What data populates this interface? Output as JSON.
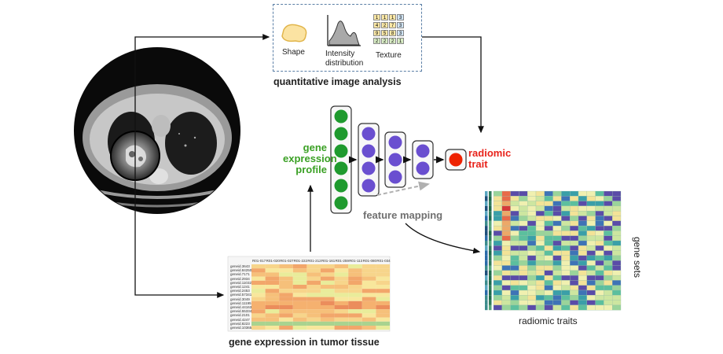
{
  "image_analysis": {
    "title": "quantitative image analysis",
    "shape_label": "Shape",
    "intensity_label_line1": "Intensity",
    "intensity_label_line2": "distribution",
    "texture_label": "Texture",
    "texture_grid": [
      [
        "1",
        "1",
        "1",
        "3"
      ],
      [
        "4",
        "2",
        "7",
        "3"
      ],
      [
        "9",
        "5",
        "8",
        "3"
      ],
      [
        "2",
        "2",
        "2",
        "1"
      ]
    ]
  },
  "network": {
    "input_label_line1": "gene",
    "input_label_line2": "expression",
    "input_label_line3": "profile",
    "output_label_line1": "radiomic",
    "output_label_line2": "trait",
    "mapping_label": "feature mapping",
    "layers": [
      6,
      4,
      3,
      2,
      1
    ]
  },
  "gene_table": {
    "title": "gene expression in tumor tissue",
    "columns": [
      "R01-017",
      "R01-020",
      "R01-027",
      "R01-222",
      "R01-212",
      "R01-161",
      "R01-259",
      "R01-113",
      "R01-080",
      "R01-034"
    ],
    "rows": [
      "geneid.3643",
      "geneid.84250",
      "geneid.7171",
      "geneid.2934",
      "geneid.11032",
      "geneid.1241",
      "geneid.2453",
      "geneid.57341",
      "geneid.3049",
      "geneid.11195",
      "geneid.44163",
      "geneid.55334",
      "geneid.2101",
      "geneid.4247",
      "geneid.8223",
      "geneid.10365"
    ]
  },
  "heatmap": {
    "xlabel": "radiomic traits",
    "ylabel": "gene sets"
  },
  "colors": {
    "green_node": "#1f9a2e",
    "purple_node": "#6a4fd0",
    "red_node": "#ee2200",
    "green_text": "#3aa024",
    "red_text": "#e8231b",
    "mapping_text": "#707070"
  }
}
